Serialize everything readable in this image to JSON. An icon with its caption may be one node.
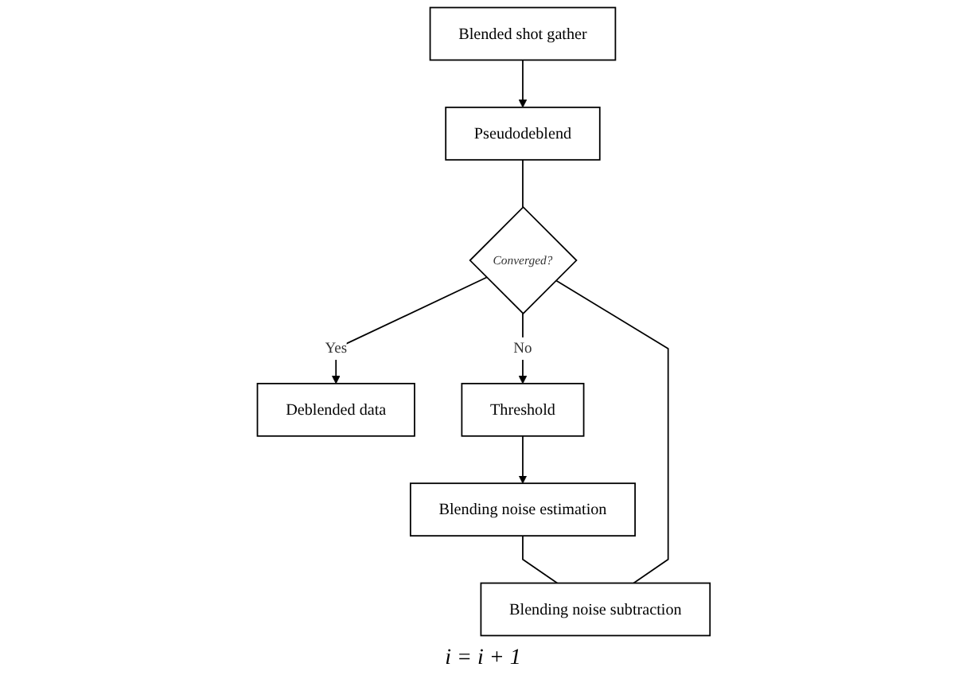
{
  "diagram": {
    "nodes": [
      {
        "text": [
          "Blended shot gather"
        ]
      },
      {
        "text": [
          "Pseudodeblend"
        ]
      },
      {
        "text": [
          "Blending noise subtraction"
        ]
      },
      {
        "text": [
          "Converged?"
        ]
      },
      {
        "text": [
          "Deblended data"
        ]
      },
      {
        "text": [
          "Threshold"
        ]
      },
      {
        "text": [
          "Blending noise estimation"
        ]
      }
    ],
    "edges": [
      {
        "from": 0,
        "to": 1,
        "arrow": "to"
      },
      {
        "from": 1,
        "to": 3,
        "arrow": "none"
      },
      {
        "from": 3,
        "to": 4,
        "arrow": "to",
        "label": "Yes"
      },
      {
        "from": 3,
        "to": 5,
        "arrow": "to",
        "label": "No"
      },
      {
        "from": 5,
        "to": 6,
        "arrow": "to"
      },
      {
        "from": 6,
        "to": 2,
        "arrow": "none"
      },
      {
        "from": 2,
        "to": 3,
        "arrow": "none"
      }
    ],
    "labels": [
      "i = i + 1"
    ]
  }
}
